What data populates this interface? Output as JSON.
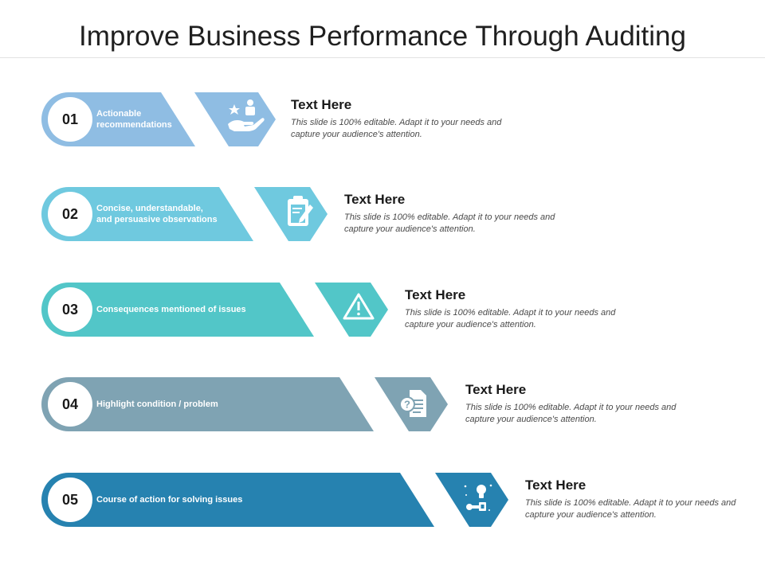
{
  "slide": {
    "title": "Improve Business Performance Through Auditing"
  },
  "colors": {
    "row1": "#8fbde3",
    "row2": "#6fc9df",
    "row3": "#52c6c8",
    "row4": "#7fa3b3",
    "row5": "#2682b0"
  },
  "items": [
    {
      "number": "01",
      "label": "Actionable\nrecommendations",
      "icon": "hand-star-person-icon",
      "heading": "Text Here",
      "body": "This slide is 100% editable. Adapt it to your needs and capture your audience's attention."
    },
    {
      "number": "02",
      "label": "Concise, understandable,\nand persuasive observations",
      "icon": "clipboard-pencil-icon",
      "heading": "Text Here",
      "body": "This slide is 100% editable. Adapt it to your needs and capture your audience's attention."
    },
    {
      "number": "03",
      "label": "Consequences mentioned of issues",
      "icon": "warning-triangle-icon",
      "heading": "Text Here",
      "body": "This slide is 100% editable. Adapt it to your needs and capture your audience's attention."
    },
    {
      "number": "04",
      "label": "Highlight  condition  / problem",
      "icon": "question-document-icon",
      "heading": "Text Here",
      "body": "This slide is 100% editable. Adapt it to your needs and capture your audience's attention."
    },
    {
      "number": "05",
      "label": "Course  of action for solving issues",
      "icon": "lightbulb-key-icon",
      "heading": "Text Here",
      "body": "This slide is 100% editable. Adapt it to your needs and capture your audience's attention."
    }
  ]
}
